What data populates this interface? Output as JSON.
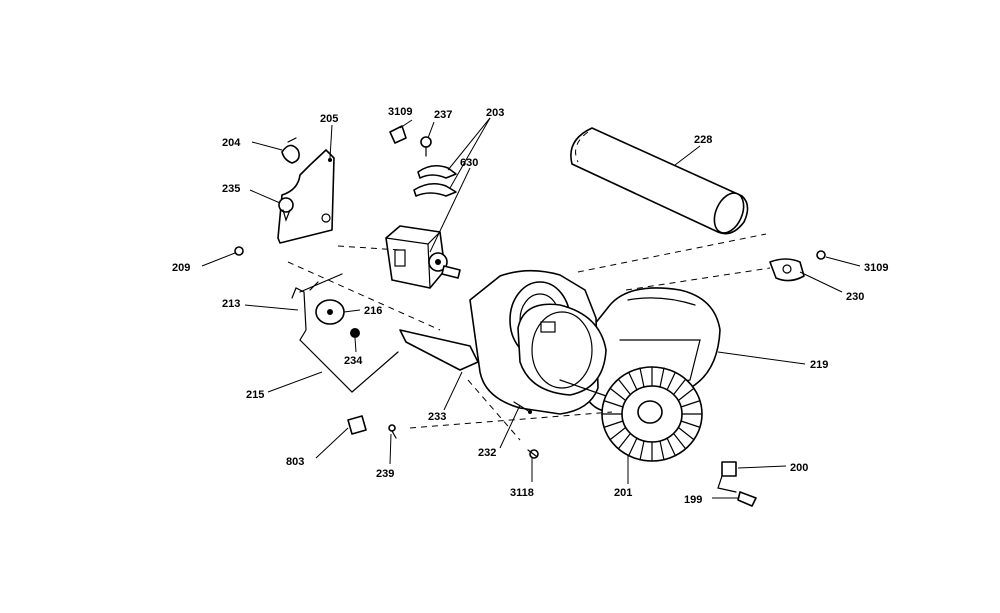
{
  "callouts": {
    "p199": "199",
    "p200": "200",
    "p201": "201",
    "p203": "203",
    "p204": "204",
    "p205": "205",
    "p209": "209",
    "p213": "213",
    "p215": "215",
    "p216": "216",
    "p219": "219",
    "p228": "228",
    "p230": "230",
    "p232": "232",
    "p233": "233",
    "p234": "234",
    "p235": "235",
    "p237": "237",
    "p239": "239",
    "p3109_top": "3109",
    "p3109_right": "3109",
    "p3118": "3118",
    "p630": "630",
    "p803": "803"
  }
}
